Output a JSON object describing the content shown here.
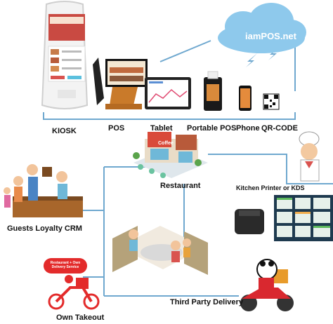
{
  "cloud": {
    "label": "iamPOS.net",
    "color": "#8ec9ec"
  },
  "devices": {
    "kiosk": "KIOSK",
    "pos": "POS",
    "tablet": "Tablet",
    "portable_pos": "Portable POS",
    "phone": "Phone",
    "qr_code": "QR-CODE"
  },
  "nodes": {
    "restaurant": "Restaurant",
    "kitchen": "Kitchen Printer or KDS",
    "crm": "Guests Loyalty CRM",
    "delivery": "Third Party Delivery",
    "takeout": "Own Takeout"
  },
  "takeout_sign": "Restaurant + Own Delivery Service",
  "cafe_sign": "Coffee",
  "line_color": "#6fa8cf"
}
